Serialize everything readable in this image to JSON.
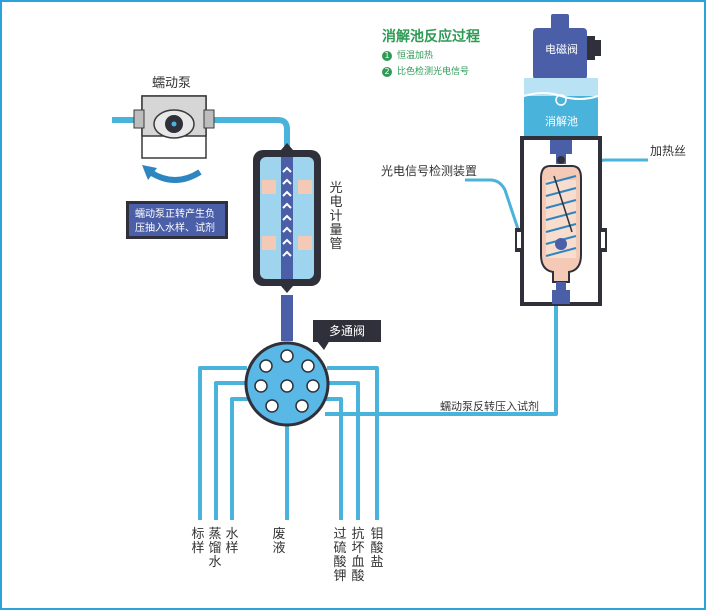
{
  "labels": {
    "pump": "蠕动泵",
    "pump_note": "蠕动泵正转产生负压抽入水样、试剂",
    "meter_tube": "光电计量管",
    "multi_valve": "多通阀",
    "detector": "光电信号检测装置",
    "heater": "加热丝",
    "solenoid": "电磁阀",
    "digest_cell": "消解池",
    "reverse_note": "蠕动泵反转压入试剂"
  },
  "process": {
    "title": "消解池反应过程",
    "steps": [
      {
        "num": "1",
        "text": "恒温加热"
      },
      {
        "num": "2",
        "text": "比色检测光电信号"
      }
    ]
  },
  "ports": [
    "标样",
    "蒸馏水",
    "水样",
    "废液",
    "过硫酸钾",
    "抗坏血酸",
    "钼酸盐"
  ],
  "colors": {
    "pipe": "#4ab3dc",
    "pipe_dark": "#2e86c1",
    "frame": "#2aa3d8",
    "dark": "#2f3039",
    "blue_box": "#4b5fa8",
    "green": "#2e9b55",
    "valve_disc": "#5ab8e6"
  }
}
